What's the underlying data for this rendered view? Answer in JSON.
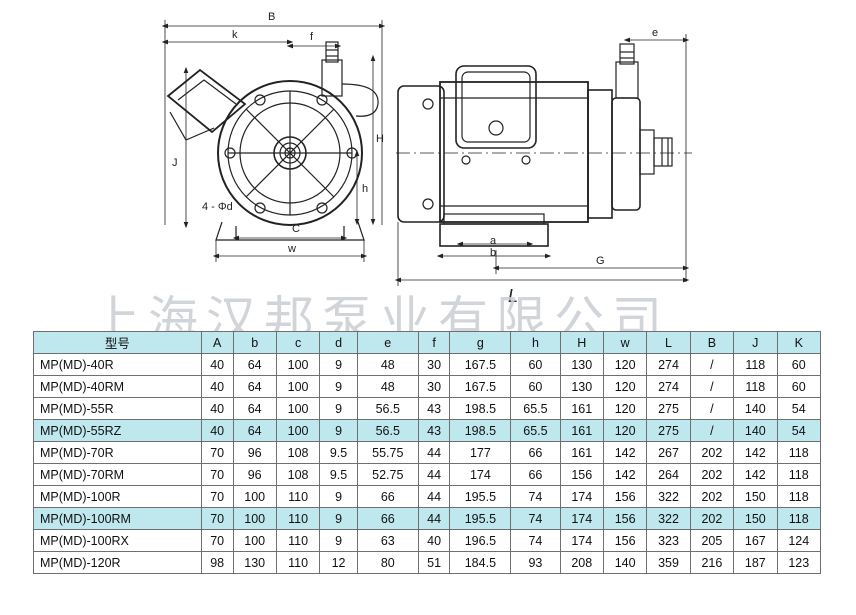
{
  "drawing": {
    "labels": {
      "B": "B",
      "k": "k",
      "f": "f",
      "e": "e",
      "J": "J",
      "H": "H",
      "h": "h",
      "c": "C",
      "w": "w",
      "hole": "4 - Φd",
      "a": "a",
      "b": "b",
      "G": "G",
      "L": "L"
    }
  },
  "watermark": "上海汉邦泵业有限公司",
  "table": {
    "headers": [
      "型号",
      "A",
      "b",
      "c",
      "d",
      "e",
      "f",
      "g",
      "h",
      "H",
      "w",
      "L",
      "B",
      "J",
      "K"
    ],
    "highlight_rows": [
      3,
      7
    ],
    "rows": [
      [
        "MP(MD)-40R",
        "40",
        "64",
        "100",
        "9",
        "48",
        "30",
        "167.5",
        "60",
        "130",
        "120",
        "274",
        "/",
        "118",
        "60"
      ],
      [
        "MP(MD)-40RM",
        "40",
        "64",
        "100",
        "9",
        "48",
        "30",
        "167.5",
        "60",
        "130",
        "120",
        "274",
        "/",
        "118",
        "60"
      ],
      [
        "MP(MD)-55R",
        "40",
        "64",
        "100",
        "9",
        "56.5",
        "43",
        "198.5",
        "65.5",
        "161",
        "120",
        "275",
        "/",
        "140",
        "54"
      ],
      [
        "MP(MD)-55RZ",
        "40",
        "64",
        "100",
        "9",
        "56.5",
        "43",
        "198.5",
        "65.5",
        "161",
        "120",
        "275",
        "/",
        "140",
        "54"
      ],
      [
        "MP(MD)-70R",
        "70",
        "96",
        "108",
        "9.5",
        "55.75",
        "44",
        "177",
        "66",
        "161",
        "142",
        "267",
        "202",
        "142",
        "118"
      ],
      [
        "MP(MD)-70RM",
        "70",
        "96",
        "108",
        "9.5",
        "52.75",
        "44",
        "174",
        "66",
        "156",
        "142",
        "264",
        "202",
        "142",
        "118"
      ],
      [
        "MP(MD)-100R",
        "70",
        "100",
        "110",
        "9",
        "66",
        "44",
        "195.5",
        "74",
        "174",
        "156",
        "322",
        "202",
        "150",
        "118"
      ],
      [
        "MP(MD)-100RM",
        "70",
        "100",
        "110",
        "9",
        "66",
        "44",
        "195.5",
        "74",
        "174",
        "156",
        "322",
        "202",
        "150",
        "118"
      ],
      [
        "MP(MD)-100RX",
        "70",
        "100",
        "110",
        "9",
        "63",
        "40",
        "196.5",
        "74",
        "174",
        "156",
        "323",
        "205",
        "167",
        "124"
      ],
      [
        "MP(MD)-120R",
        "98",
        "130",
        "110",
        "12",
        "80",
        "51",
        "184.5",
        "93",
        "208",
        "140",
        "359",
        "216",
        "187",
        "123"
      ]
    ]
  }
}
